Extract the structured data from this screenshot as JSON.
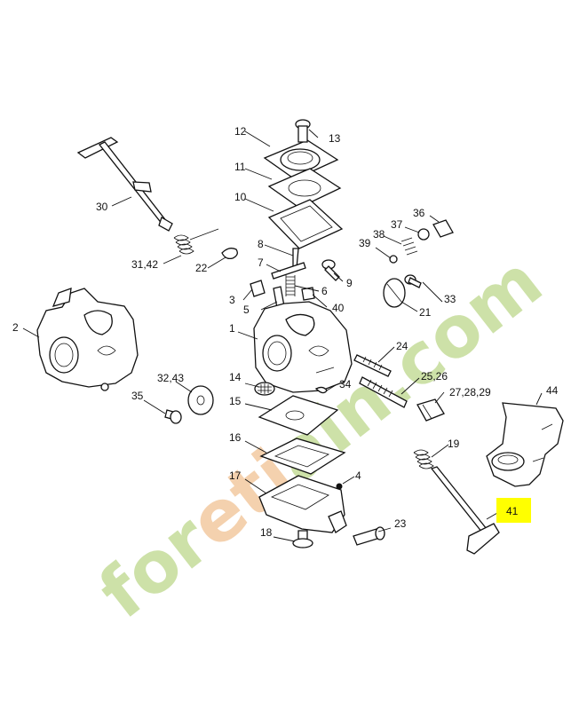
{
  "watermark": {
    "text_prefix": "for",
    "text_mid": "eti",
    "text_suffix": "ain.com",
    "color_green": "#c5dc9a",
    "color_orange": "#f3c9a0"
  },
  "highlight_color": "#ffff00",
  "callouts": {
    "c1": "1",
    "c2": "2",
    "c3": "3",
    "c4": "4",
    "c5": "5",
    "c6": "6",
    "c7": "7",
    "c8": "8",
    "c9": "9",
    "c10": "10",
    "c11": "11",
    "c12": "12",
    "c13": "13",
    "c14": "14",
    "c15": "15",
    "c16": "16",
    "c17": "17",
    "c18": "18",
    "c19": "19",
    "c21": "21",
    "c22": "22",
    "c23": "23",
    "c24": "24",
    "c25": "25,26",
    "c27": "27,28,29",
    "c30": "30",
    "c31": "31,42",
    "c32": "32,43",
    "c33": "33",
    "c34": "34",
    "c35": "35",
    "c36": "36",
    "c37": "37",
    "c38": "38",
    "c39": "39",
    "c40": "40",
    "c41": "41",
    "c44": "44"
  }
}
